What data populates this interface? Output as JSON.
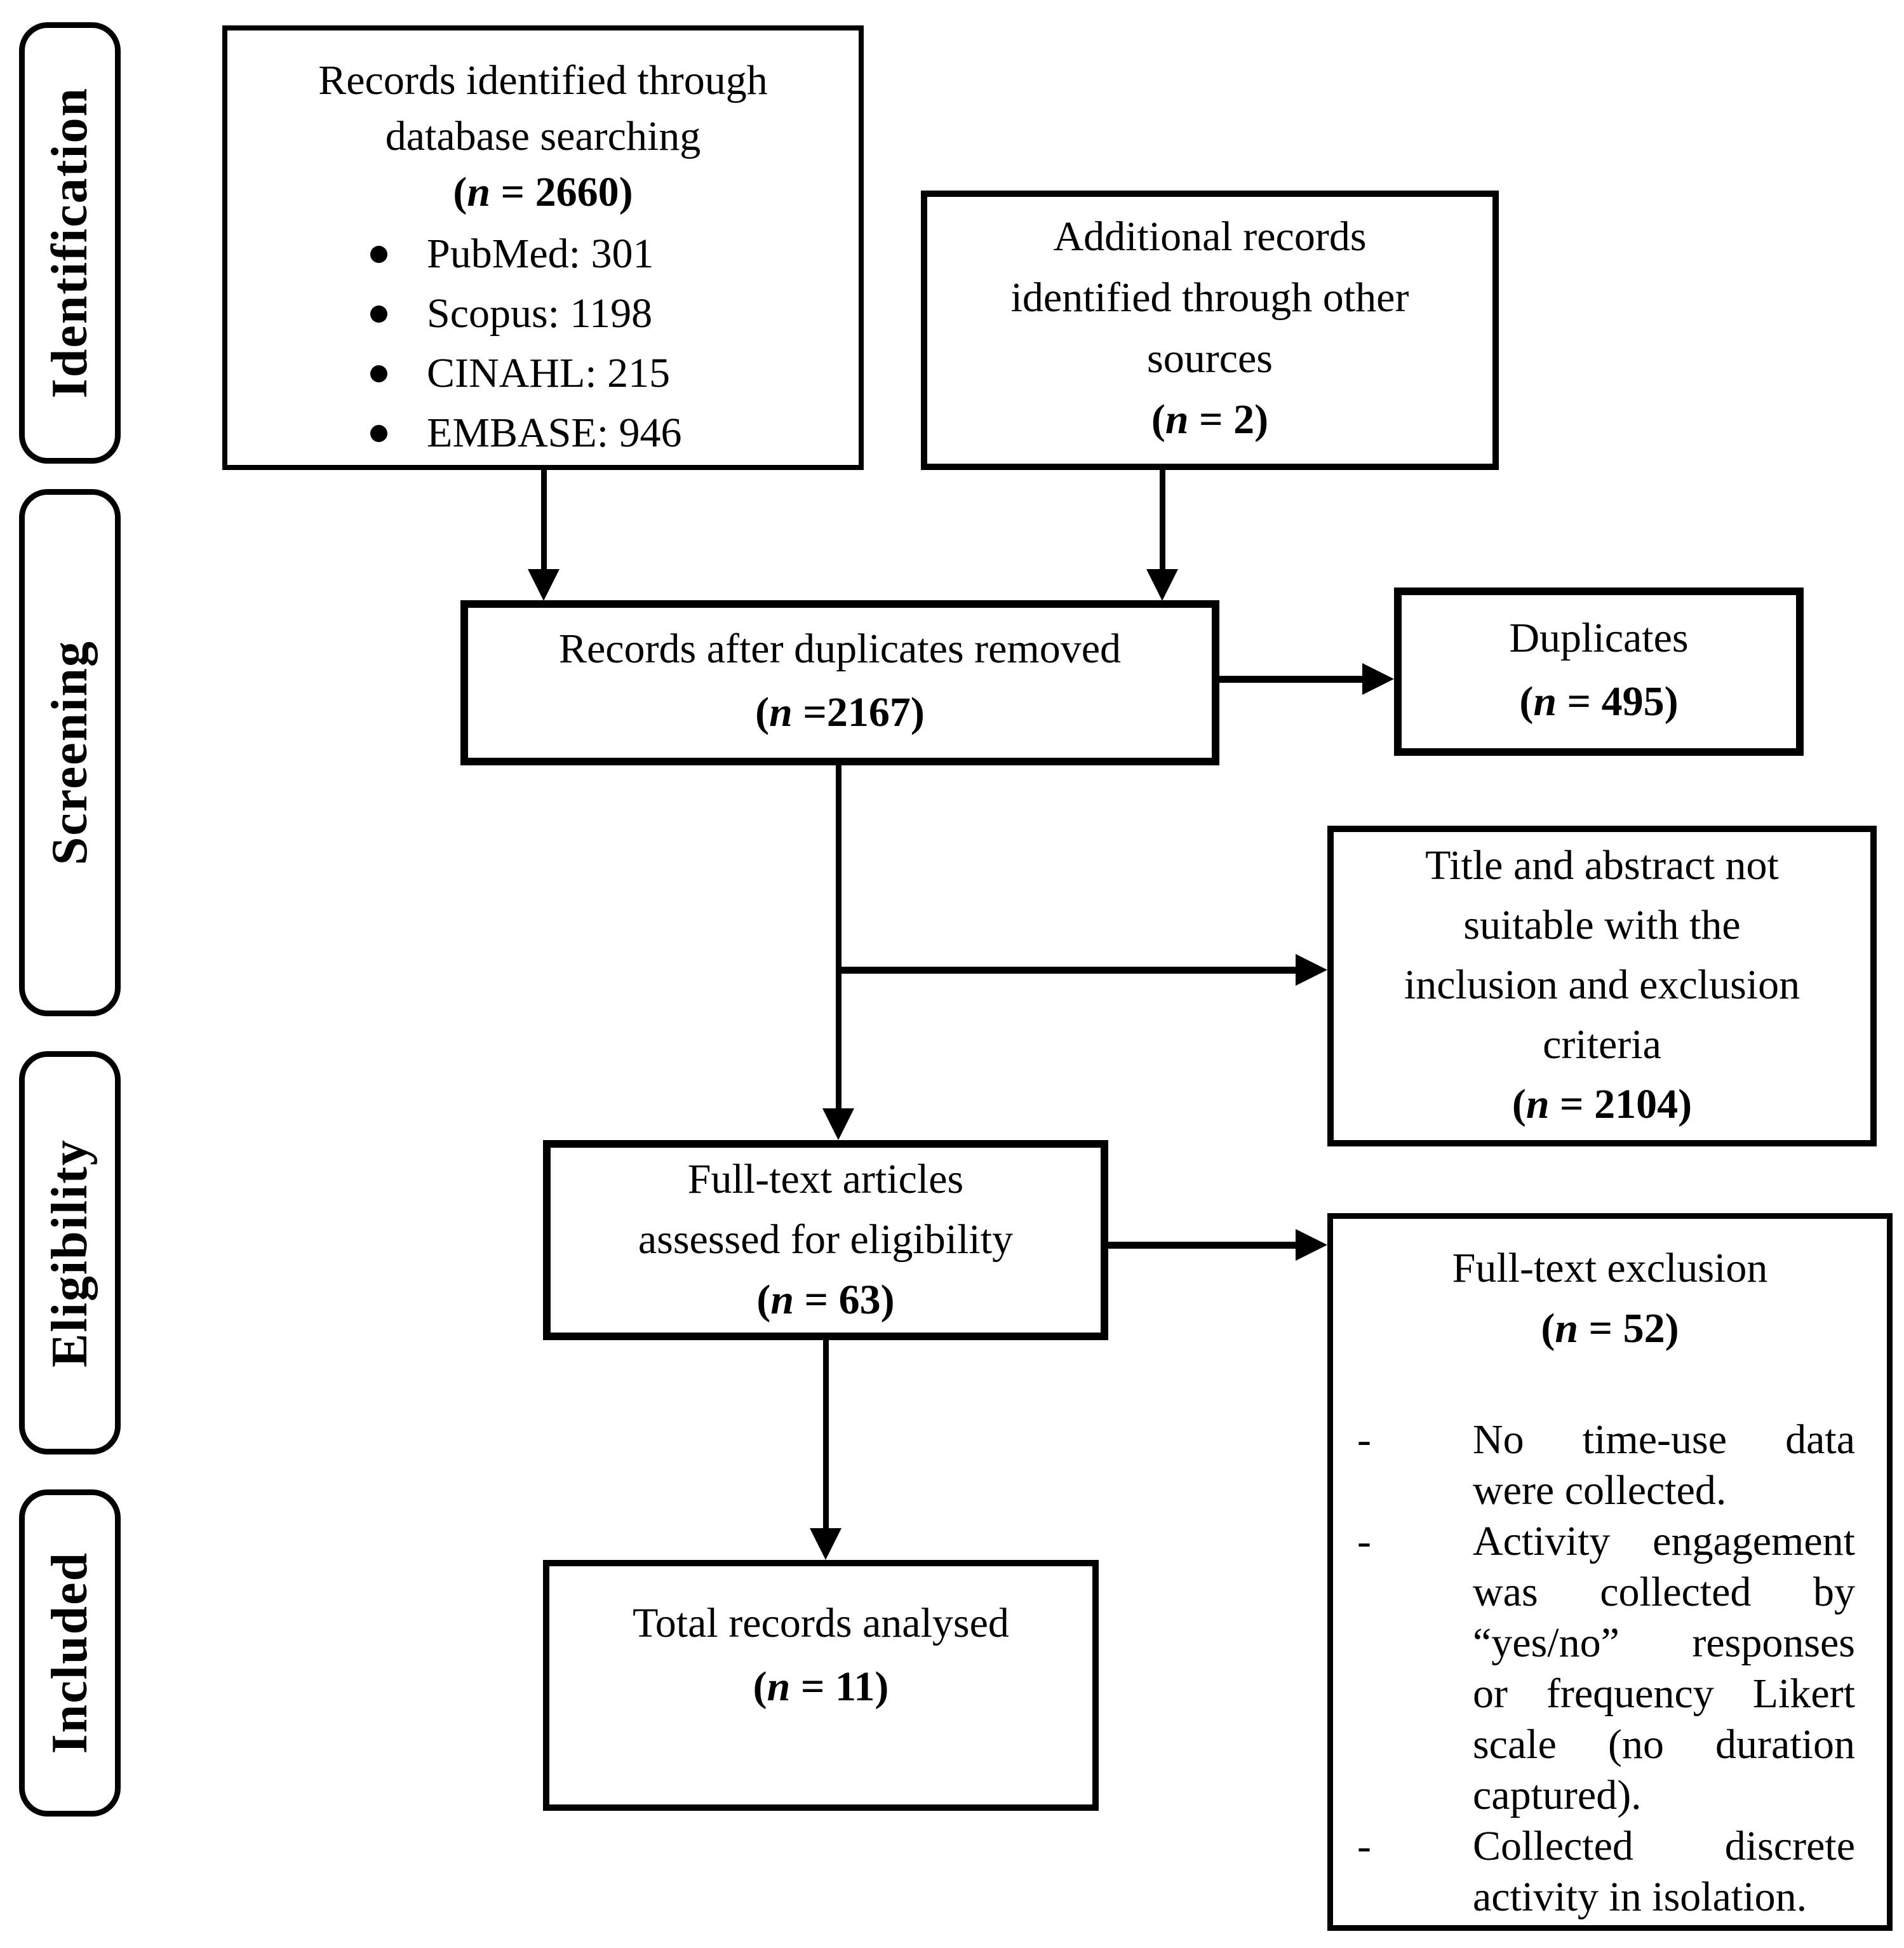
{
  "diagram": {
    "stages": [
      {
        "label": "Identification"
      },
      {
        "label": "Screening"
      },
      {
        "label": "Eligibility"
      },
      {
        "label": "Included"
      }
    ],
    "boxes": {
      "records_identified": {
        "lines": [
          "Records identified through",
          "database searching"
        ],
        "n_open": "(",
        "n_var": "n",
        "n_rest": " = 2660)",
        "bullets": [
          "PubMed: 301",
          "Scopus: 1198",
          "CINAHL: 215",
          "EMBASE: 946"
        ]
      },
      "additional_records": {
        "lines": [
          "Additional records",
          "identified through other",
          "sources"
        ],
        "n_open": "(",
        "n_var": "n",
        "n_rest": " = 2)"
      },
      "after_duplicates": {
        "lines": [
          "Records after duplicates removed"
        ],
        "n_open": "(",
        "n_var": "n",
        "n_rest": " =2167)"
      },
      "duplicates": {
        "lines": [
          "Duplicates"
        ],
        "n_open": "(",
        "n_var": "n",
        "n_rest": " = 495)"
      },
      "title_abstract_excluded": {
        "lines": [
          "Title and abstract not",
          "suitable with the",
          "inclusion and exclusion",
          "criteria"
        ],
        "n_open": "(",
        "n_var": "n",
        "n_rest": " = 2104)"
      },
      "fulltext_assessed": {
        "lines": [
          "Full-text articles",
          "assessed for eligibility"
        ],
        "n_open": "(",
        "n_var": "n",
        "n_rest": " = 63)"
      },
      "fulltext_exclusion": {
        "lines": [
          "Full-text exclusion"
        ],
        "n_open": "(",
        "n_var": "n",
        "n_rest": " = 52)",
        "marker": "-",
        "items": [
          [
            "No time-use data",
            "were collected."
          ],
          [
            "Activity engagement",
            "was collected by",
            "“yes/no” responses",
            "or frequency Likert",
            "scale (no duration",
            "captured)."
          ],
          [
            "Collected discrete",
            "activity in isolation."
          ]
        ]
      },
      "total_analysed": {
        "lines": [
          "Total records analysed"
        ],
        "n_open": "(",
        "n_var": "n",
        "n_rest": " = 11)"
      }
    },
    "colors": {
      "ink": "#000000",
      "paper": "#ffffff"
    }
  }
}
